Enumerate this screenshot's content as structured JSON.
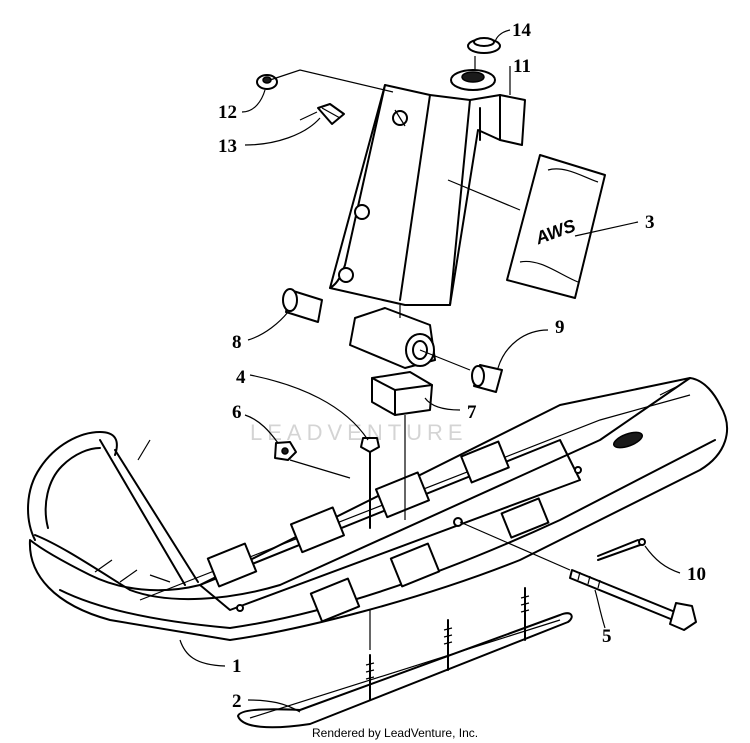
{
  "watermark": "LEADVENTURE",
  "footer": "Rendered by LeadVenture, Inc.",
  "callouts": {
    "c1": "1",
    "c2": "2",
    "c3": "3",
    "c4": "4",
    "c5": "5",
    "c6": "6",
    "c7": "7",
    "c8": "8",
    "c9": "9",
    "c10": "10",
    "c11": "11",
    "c12": "12",
    "c13": "13",
    "c14": "14"
  },
  "decal_text": "AWS"
}
